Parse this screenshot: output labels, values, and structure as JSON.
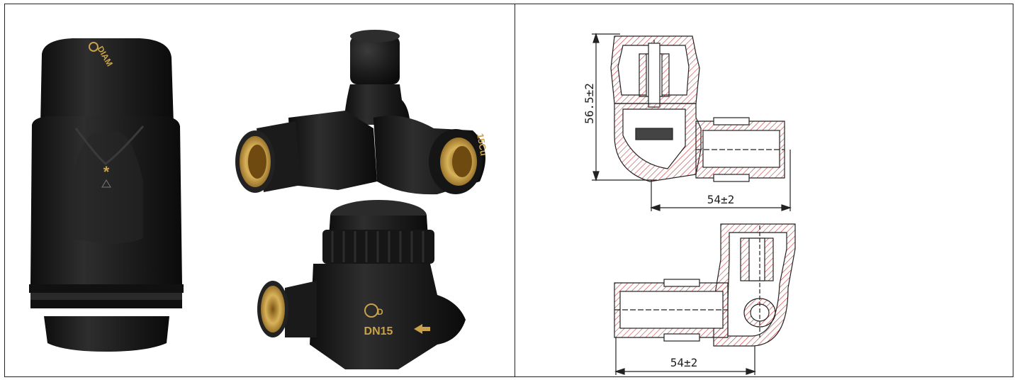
{
  "product_labels": {
    "brand_mark": "DIAM",
    "pipe_size": "15Cu",
    "nominal_size": "DN15"
  },
  "drawing": {
    "height_dim": "56.5±2",
    "width_dim_top": "54±2",
    "width_dim_bottom": "54±2"
  },
  "colors": {
    "body_black": "#1d1d1d",
    "brass": "#c49a3a",
    "gold_print": "#c9a14a",
    "hatch": "#c43a3a"
  }
}
